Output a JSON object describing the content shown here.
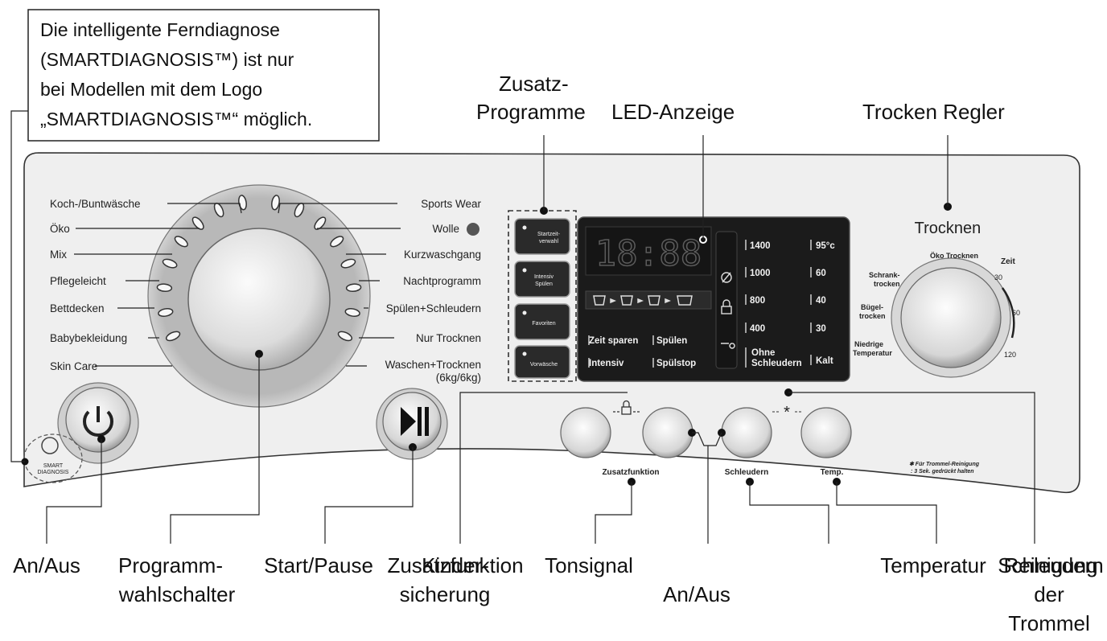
{
  "note_box": {
    "lines": [
      "Die intelligente Ferndiagnose",
      "(SMARTDIAGNOSIS™) ist nur",
      "bei Modellen mit dem Logo",
      "„SMARTDIAGNOSIS™“ möglich."
    ]
  },
  "top_labels": {
    "zusatz_programme_1": "Zusatz-",
    "zusatz_programme_2": "Programme",
    "led_anzeige": "LED-Anzeige",
    "trocken_regler": "Trocken Regler"
  },
  "programs_left": [
    "Koch-/Buntwäsche",
    "Öko",
    "Mix",
    "Pflegeleicht",
    "Bettdecken",
    "Babybekleidung",
    "Skin Care"
  ],
  "programs_right": [
    "Sports Wear",
    "Wolle",
    "Kurzwaschgang",
    "Nachtprogramm",
    "Spülen+Schleudern",
    "Nur Trocknen",
    "Waschen+Trocknen"
  ],
  "programs_right_sub": "(6kg/6kg)",
  "option_buttons": [
    "Startzeit-\nverwahl",
    "Intensiv\nSpülen",
    "Favoriten",
    "Vorwäsche"
  ],
  "display": {
    "clock": "18:88",
    "options": [
      "Zeit sparen",
      "Spülen",
      "Intensiv",
      "Spülstop"
    ],
    "spin": [
      "1400",
      "1000",
      "800",
      "400",
      "Ohne",
      "Schleudern"
    ],
    "temp": [
      "95°c",
      "60",
      "40",
      "30",
      "Kalt"
    ]
  },
  "dryer": {
    "title": "Trocknen",
    "marks": [
      "Öko Trocknen",
      "Schrank-",
      "trocken",
      "Bügel-",
      "trocken",
      "Niedrige",
      "Temperatur",
      "Zeit",
      "30",
      "60",
      "120"
    ]
  },
  "panel_labels": {
    "zusatzfunktion": "Zusatzfunktion",
    "schleudern": "Schleudern",
    "temp": "Temp.",
    "drum_note_1": "✱ Für Trommel-Reinigung",
    "drum_note_2": ": 3 Sek. gedrückt halten",
    "smart_1": "SMART",
    "smart_2": "DIAGNOSIS"
  },
  "bottom_labels": {
    "an_aus_1": "An/Aus",
    "programmwahlschalter_1": "Programm-",
    "programmwahlschalter_2": "wahlschalter",
    "start_pause": "Start/Pause",
    "zusatzfunktion": "Zusatzfunktion",
    "kindersicherung_1": "Kinder-",
    "kindersicherung_2": "sicherung",
    "tonsignal": "Tonsignal",
    "an_aus_2": "An/Aus",
    "temperatur": "Temperatur",
    "schleudern": "Schleudern",
    "reinigung_1": "Reinigung",
    "reinigung_2": "der",
    "reinigung_3": "Trommel"
  }
}
